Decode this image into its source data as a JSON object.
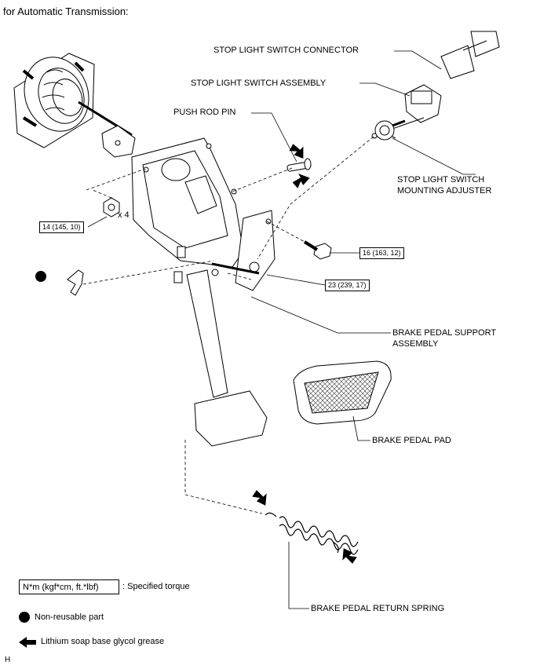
{
  "header": {
    "title": "for Automatic Transmission:"
  },
  "labels": {
    "stop_light_switch_connector": "STOP LIGHT SWITCH CONNECTOR",
    "stop_light_switch_assembly": "STOP LIGHT SWITCH ASSEMBLY",
    "push_rod_pin": "PUSH ROD PIN",
    "mounting_adjuster_line1": "STOP LIGHT SWITCH",
    "mounting_adjuster_line2": "MOUNTING ADJUSTER",
    "support_assembly_line1": "BRAKE PEDAL SUPPORT",
    "support_assembly_line2": "ASSEMBLY",
    "brake_pedal_pad": "BRAKE PEDAL PAD",
    "return_spring": "BRAKE PEDAL RETURN SPRING",
    "quantity": "x 4"
  },
  "torques": {
    "nut": "14 (145, 10)",
    "bolt": "16 (163, 12)",
    "pivot": "23 (239, 17)"
  },
  "legend": {
    "torque_box": "N*m (kgf*cm, ft.*lbf)",
    "torque_desc": ": Specified torque",
    "nonreusable": "Non-reusable part",
    "grease": "Lithium soap base glycol grease"
  },
  "footer": {
    "code": "H"
  }
}
